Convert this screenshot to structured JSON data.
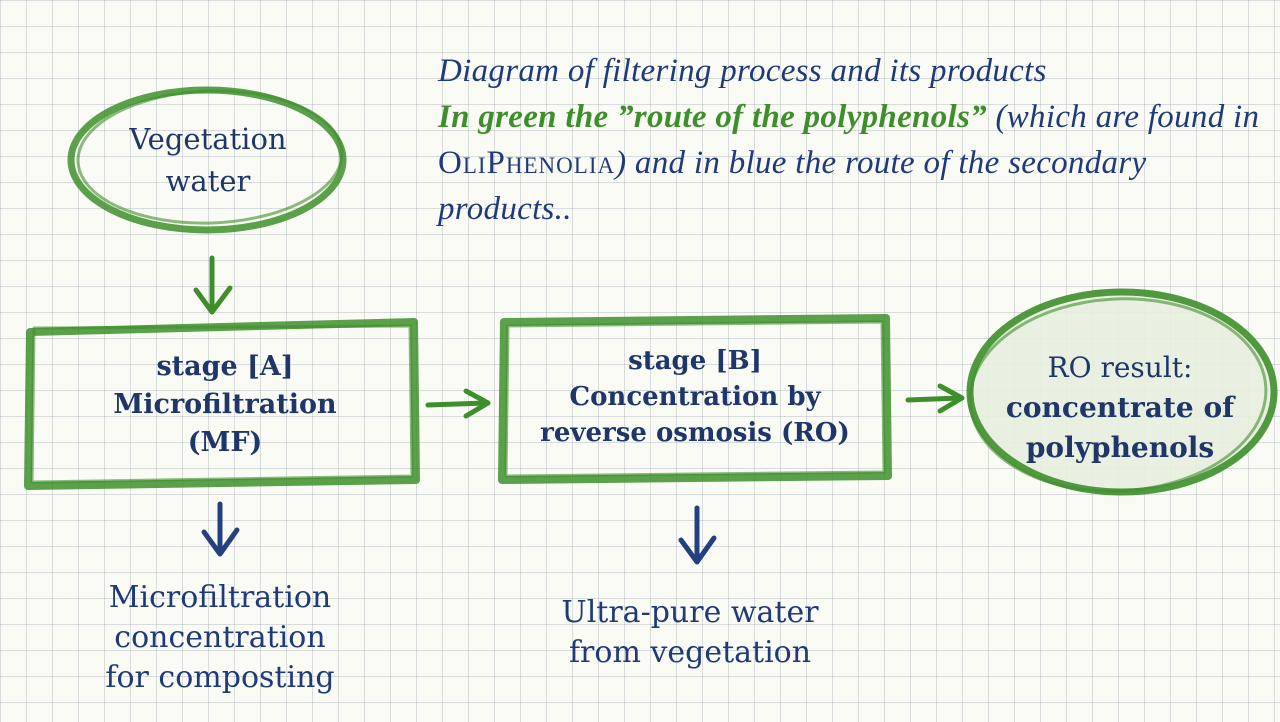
{
  "caption": {
    "line1": "Diagram of filtering process and its products",
    "green_part": "In green the ”route of the polyphenols”",
    "part2": " (which are found in ",
    "brand": "OliPhenolia",
    "part3": ") and in blue the route of the secondary products.."
  },
  "nodes": {
    "vegetation_water": {
      "line1": "Vegetation",
      "line2": "water"
    },
    "stage_a": {
      "line1": "stage [A]",
      "line2": "Microfiltration",
      "line3": "(MF)"
    },
    "stage_b": {
      "line1": "stage [B]",
      "line2": "Concentration by",
      "line3": "reverse osmosis (RO)"
    },
    "ro_result": {
      "line1": "RO result:",
      "line2": "concentrate of",
      "line3": "polyphenols"
    },
    "mf_output": {
      "line1": "Microfiltration",
      "line2": "concentration",
      "line3": "for composting"
    },
    "ro_output": {
      "line1": "Ultra-pure water",
      "line2": "from vegetation"
    }
  },
  "colors": {
    "green_route": "#3e8f2c",
    "blue_route": "#24407f",
    "text": "#1e3668"
  }
}
